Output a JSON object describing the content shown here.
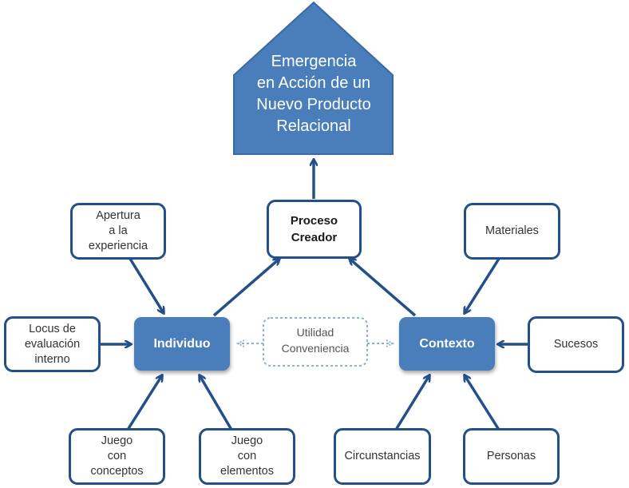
{
  "top": {
    "lines": [
      "Emergencia",
      "en Acción de un",
      "Nuevo Producto",
      "Relacional"
    ]
  },
  "proceso": {
    "lines": [
      "Proceso",
      "Creador"
    ]
  },
  "individuo": {
    "label": "Individuo"
  },
  "contexto": {
    "label": "Contexto"
  },
  "center": {
    "lines": [
      "Utilidad",
      "Conveniencia"
    ]
  },
  "left_nodes": {
    "apertura": [
      "Apertura",
      "a la",
      "experiencia"
    ],
    "locus": [
      "Locus de",
      "evaluación",
      "interno"
    ],
    "juego_conceptos": [
      "Juego",
      "con",
      "conceptos"
    ],
    "juego_elementos": [
      "Juego",
      "con",
      "elementos"
    ]
  },
  "right_nodes": {
    "materiales": "Materiales",
    "sucesos": "Sucesos",
    "circunstancias": "Circunstancias",
    "personas": "Personas"
  },
  "colors": {
    "house": "#4a7ebb",
    "house_border": "#3a6aa3",
    "arrow": "#24508a",
    "box_border": "#24508a",
    "blue_box": "#4a7ebb",
    "dotted": "#8fb0d8"
  }
}
